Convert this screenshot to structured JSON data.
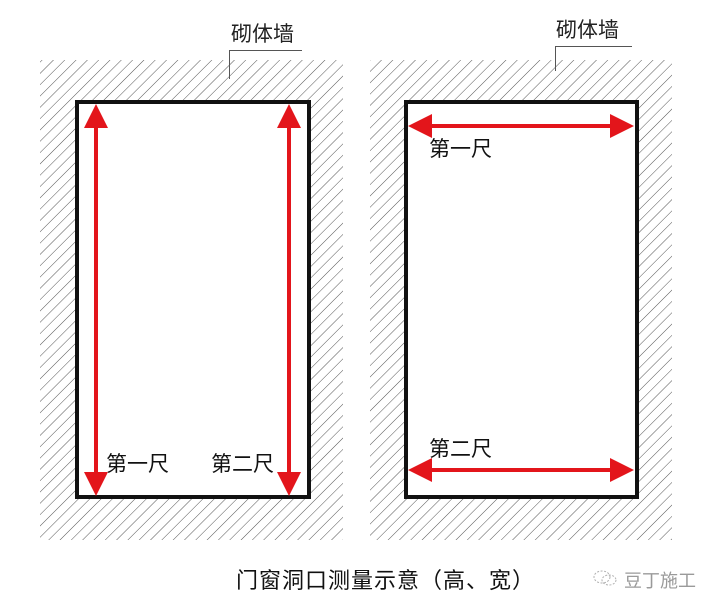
{
  "diagram": {
    "caption": "门窗洞口测量示意（高、宽）",
    "watermark": {
      "icon": "wechat-bubble-icon",
      "text": "豆丁施工"
    },
    "colors": {
      "arrow": "#e3151b",
      "frame": "#111111",
      "hatch": "#555555",
      "background": "#ffffff"
    },
    "panels": [
      {
        "id": "height",
        "wall_label": "砌体墙",
        "measurements": [
          {
            "label": "第一尺",
            "direction": "vertical",
            "position": "left"
          },
          {
            "label": "第二尺",
            "direction": "vertical",
            "position": "right"
          }
        ]
      },
      {
        "id": "width",
        "wall_label": "砌体墙",
        "measurements": [
          {
            "label": "第一尺",
            "direction": "horizontal",
            "position": "top"
          },
          {
            "label": "第二尺",
            "direction": "horizontal",
            "position": "bottom"
          }
        ]
      }
    ]
  }
}
